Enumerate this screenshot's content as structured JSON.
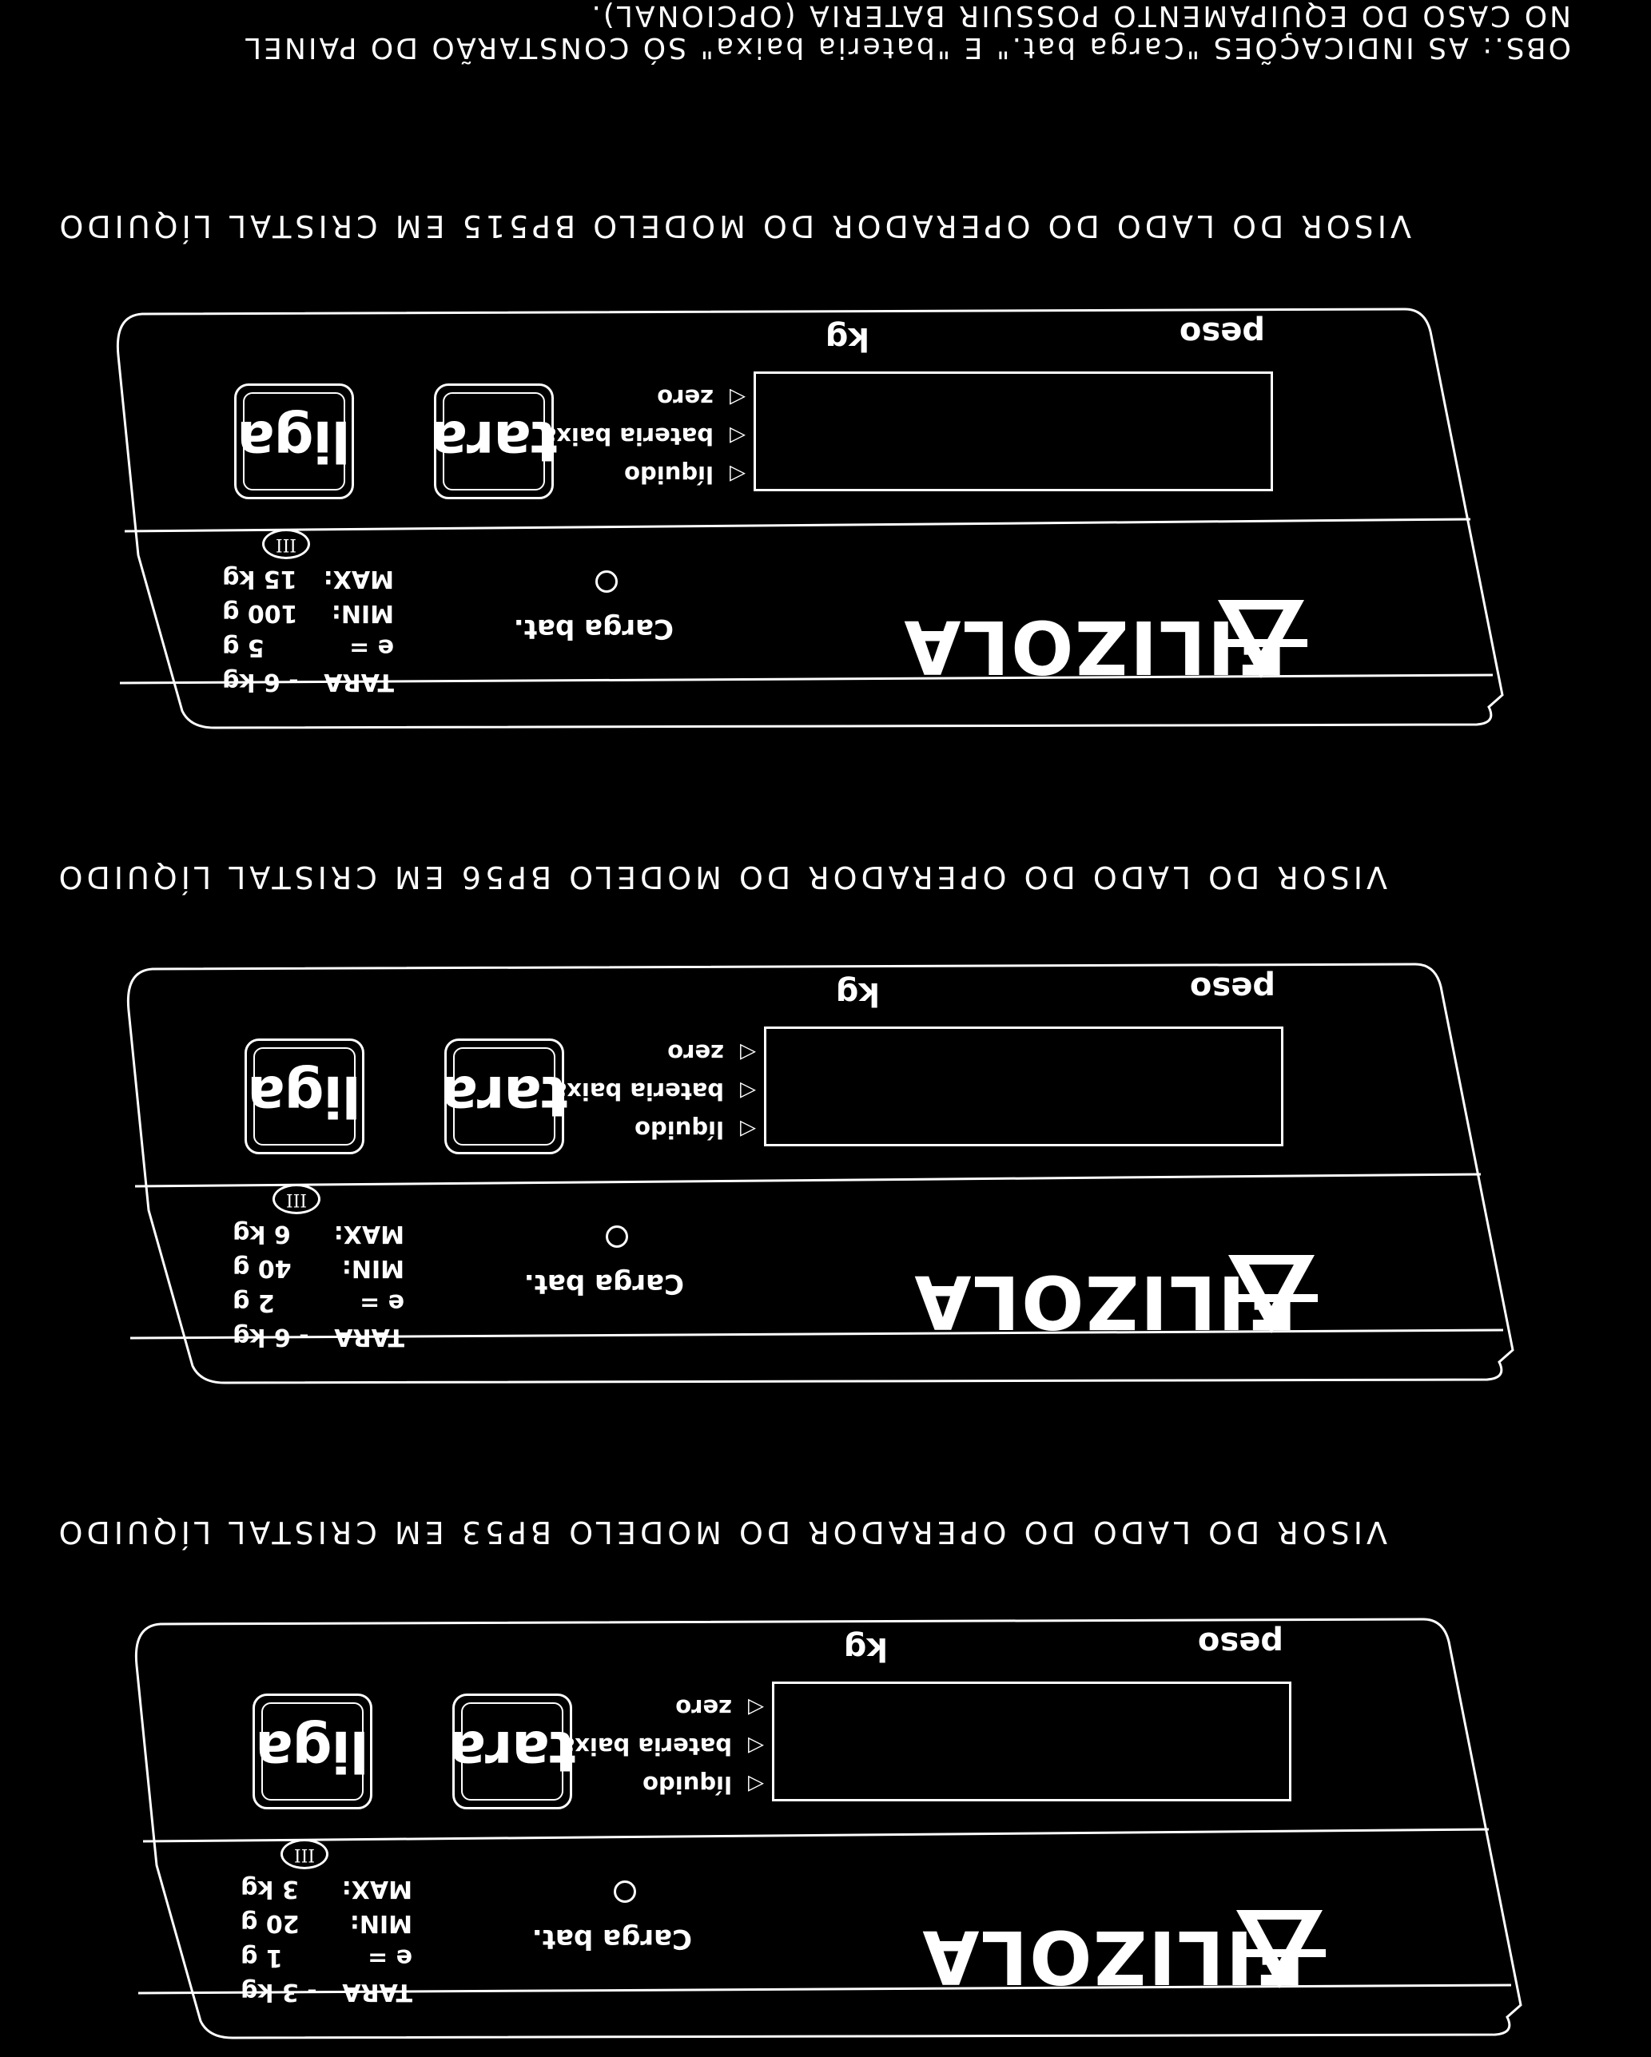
{
  "notes": {
    "line1": "OBS.: AS INDICAÇÕES \"Carga bat.\" E \"bateria baixa\" SÓ CONSTARÃO DO PAINEL",
    "line2": "NO CASO DO EQUIPAMENTO POSSUIR BATERIA (OPCIONAL)."
  },
  "panels": [
    {
      "caption": "VISOR DO LADO DO OPERADOR DO MODELO BP515 EM CRISTAL LÍQUIDO",
      "brand": "FILIZOLA",
      "battery_label": "Carga bat.",
      "specs": [
        {
          "k": "TARA",
          "v": "- 6 kg"
        },
        {
          "k": "e =",
          "v": "5 g"
        },
        {
          "k": "MIN:",
          "v": "100 g"
        },
        {
          "k": "MAX:",
          "v": "15 kg"
        }
      ],
      "accuracy_class": "III",
      "indicators": [
        "líquido",
        "bateria baixa",
        "zero"
      ],
      "tare_key": "tara",
      "power_key": "liga",
      "weight_label": "peso",
      "unit_label": "kg"
    },
    {
      "caption": "VISOR DO LADO DO OPERADOR DO MODELO BP56 EM CRISTAL LÍQUIDO",
      "brand": "FILIZOLA",
      "battery_label": "Carga bat.",
      "specs": [
        {
          "k": "TARA",
          "v": "- 6 kg"
        },
        {
          "k": "e =",
          "v": "2 g"
        },
        {
          "k": "MIN:",
          "v": "40 g"
        },
        {
          "k": "MAX:",
          "v": "6 kg"
        }
      ],
      "accuracy_class": "III",
      "indicators": [
        "líquido",
        "bateria baixa",
        "zero"
      ],
      "tare_key": "tara",
      "power_key": "liga",
      "weight_label": "peso",
      "unit_label": "kg"
    },
    {
      "caption": "VISOR DO LADO DO OPERADOR DO MODELO BP53 EM CRISTAL LÍQUIDO",
      "brand": "FILIZOLA",
      "battery_label": "Carga bat.",
      "specs": [
        {
          "k": "TARA",
          "v": "- 3 kg"
        },
        {
          "k": "e =",
          "v": "1 g"
        },
        {
          "k": "MIN:",
          "v": "20 g"
        },
        {
          "k": "MAX:",
          "v": "3 kg"
        }
      ],
      "accuracy_class": "III",
      "indicators": [
        "líquido",
        "bateria baixa",
        "zero"
      ],
      "tare_key": "tara",
      "power_key": "liga",
      "weight_label": "peso",
      "unit_label": "kg"
    }
  ]
}
